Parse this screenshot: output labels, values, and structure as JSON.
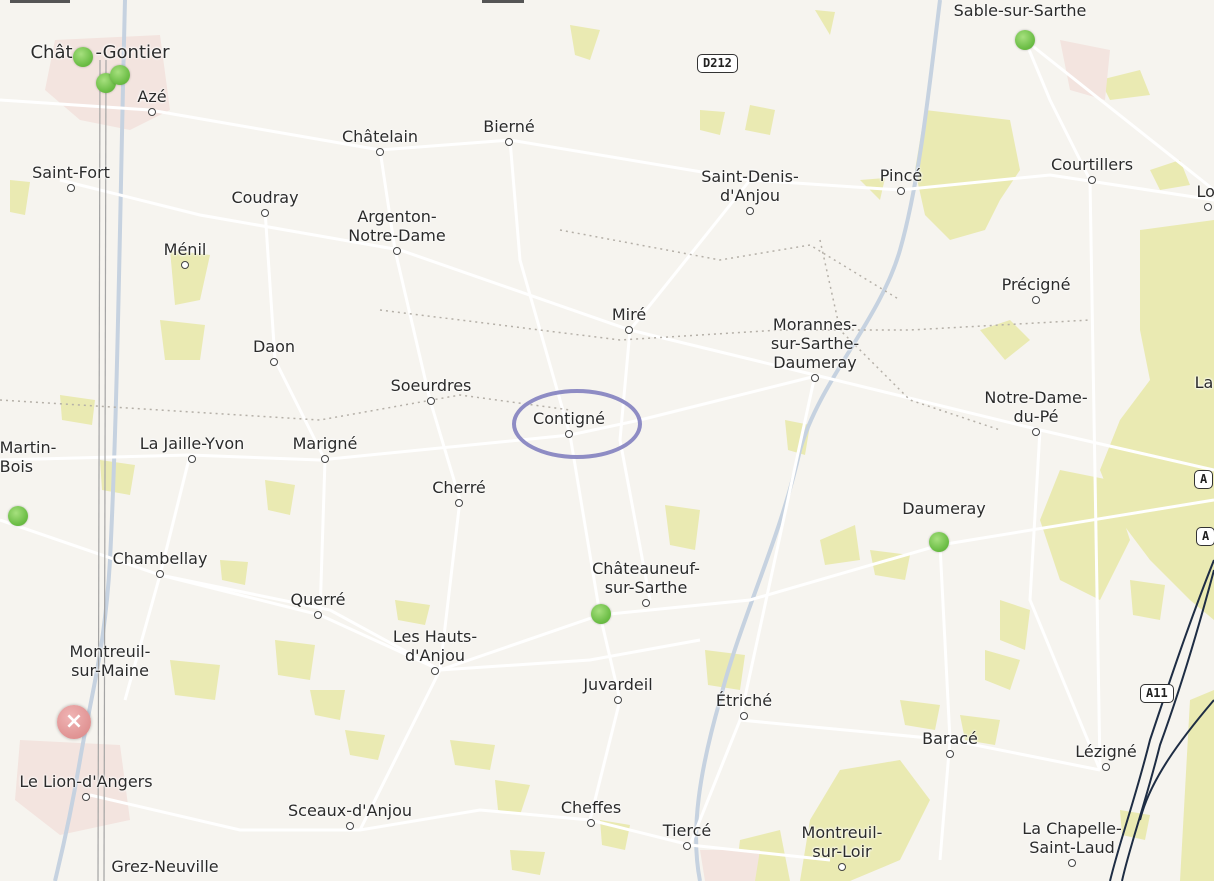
{
  "map": {
    "towns": [
      {
        "id": "chateau-gontier",
        "label": "Chât    -Gontier",
        "dot": false
      },
      {
        "id": "aze",
        "label": "Azé"
      },
      {
        "id": "chatelain",
        "label": "Châtelain"
      },
      {
        "id": "bierne",
        "label": "Bierné"
      },
      {
        "id": "saint-fort",
        "label": "Saint-Fort"
      },
      {
        "id": "coudray",
        "label": "Coudray"
      },
      {
        "id": "argenton-notre-dame",
        "label": "Argenton-\nNotre-Dame"
      },
      {
        "id": "saint-denis-danjou",
        "label": "Saint-Denis-\nd'Anjou"
      },
      {
        "id": "pince",
        "label": "Pincé"
      },
      {
        "id": "courtillers",
        "label": "Courtillers"
      },
      {
        "id": "louailles",
        "label": "Loua"
      },
      {
        "id": "menil",
        "label": "Ménil"
      },
      {
        "id": "precigne",
        "label": "Précigné"
      },
      {
        "id": "mire",
        "label": "Miré"
      },
      {
        "id": "morannes",
        "label": "Morannes-\nsur-Sarthe-\nDaumeray"
      },
      {
        "id": "daon",
        "label": "Daon"
      },
      {
        "id": "soeurdres",
        "label": "Soeurdres"
      },
      {
        "id": "contigne",
        "label": "Contigné"
      },
      {
        "id": "la",
        "label": "La",
        "dot": false
      },
      {
        "id": "notre-dame-du-pe",
        "label": "Notre-Dame-\ndu-Pé"
      },
      {
        "id": "la-jaille-yvon",
        "label": "La Jaille-Yvon"
      },
      {
        "id": "marigne",
        "label": "Marigné"
      },
      {
        "id": "martin-bois",
        "label": "Martin-\nBois",
        "dot": false
      },
      {
        "id": "cherre",
        "label": "Cherré"
      },
      {
        "id": "daumeray",
        "label": "Daumeray",
        "dot": false
      },
      {
        "id": "chambellay",
        "label": "Chambellay"
      },
      {
        "id": "chateauneuf",
        "label": "Châteauneuf-\nsur-Sarthe"
      },
      {
        "id": "querre",
        "label": "Querré"
      },
      {
        "id": "les-hauts-danjou",
        "label": "Les Hauts-\nd'Anjou"
      },
      {
        "id": "montreuil-sur-maine",
        "label": "Montreuil-\nsur-Maine",
        "dot": false
      },
      {
        "id": "juvardeil",
        "label": "Juvardeil"
      },
      {
        "id": "etriche",
        "label": "Étriché"
      },
      {
        "id": "barace",
        "label": "Baracé"
      },
      {
        "id": "lezigne",
        "label": "Lézigné"
      },
      {
        "id": "le-lion-dangers",
        "label": "Le Lion-d'Angers"
      },
      {
        "id": "sceaux-danjou",
        "label": "Sceaux-d'Anjou"
      },
      {
        "id": "cheffes",
        "label": "Cheffes"
      },
      {
        "id": "tierce",
        "label": "Tiercé"
      },
      {
        "id": "montreuil-sur-loir",
        "label": "Montreuil-\nsur-Loir"
      },
      {
        "id": "la-chapelle-saint-laud",
        "label": "La Chapelle-\nSaint-Laud"
      },
      {
        "id": "grez-neuville",
        "label": "Grez-Neuville",
        "dot": false
      },
      {
        "id": "sable-sur-sarthe",
        "label": "Sable-sur-Sarthe",
        "dot": false
      }
    ],
    "road_shields": [
      {
        "id": "d212",
        "label": "D212"
      },
      {
        "id": "a11-south",
        "label": "A11"
      },
      {
        "id": "a11-east-1",
        "label": "A"
      },
      {
        "id": "a11-east-2",
        "label": "A"
      }
    ],
    "highlighted_town": "contigne",
    "markers": [
      "marker-chateau-gontier-1",
      "marker-chateau-gontier-2",
      "marker-chateau-gontier-3",
      "marker-sable",
      "marker-martin-bois",
      "marker-chateauneuf",
      "marker-daumeray"
    ],
    "colors": {
      "background": "#f6f4ef",
      "forest": "#eaeab2",
      "marker": "#6bbd45",
      "highlight": "#8e8cc4",
      "clear_button": "#d98484"
    }
  }
}
